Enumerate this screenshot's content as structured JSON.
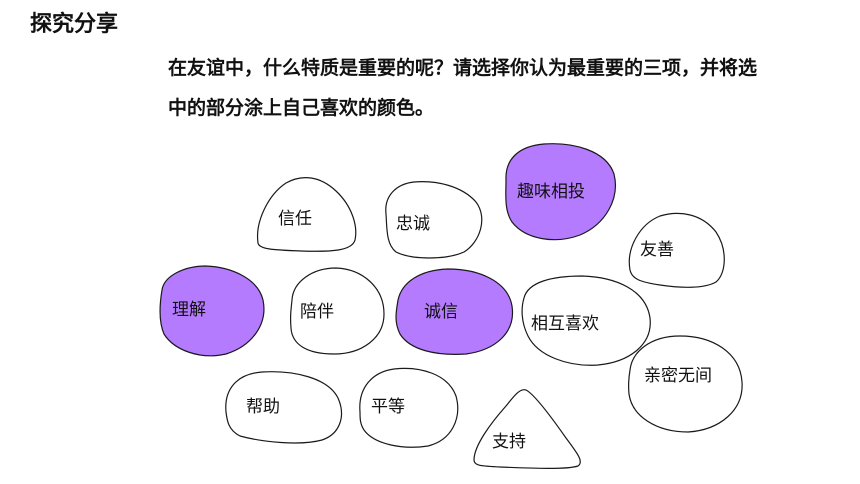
{
  "page": {
    "title": "探究分享",
    "question_line1": "在友谊中，什么特质是重要的呢？请选择你认为最重要的三项，并将选",
    "question_line2": "中的部分涂上自己喜欢的颜色。"
  },
  "colors": {
    "highlight": "#b57bff",
    "outline": "#1a1a1a",
    "background": "#ffffff"
  },
  "stones": [
    {
      "id": "xinren",
      "label": "信任",
      "selected": false
    },
    {
      "id": "zhongcheng",
      "label": "忠诚",
      "selected": false
    },
    {
      "id": "quwei",
      "label": "趣味相投",
      "selected": true
    },
    {
      "id": "youshan",
      "label": "友善",
      "selected": false
    },
    {
      "id": "lijie",
      "label": "理解",
      "selected": true
    },
    {
      "id": "peiban",
      "label": "陪伴",
      "selected": false
    },
    {
      "id": "chengxin",
      "label": "诚信",
      "selected": true
    },
    {
      "id": "xianghu",
      "label": "相互喜欢",
      "selected": false
    },
    {
      "id": "qinmi",
      "label": "亲密无间",
      "selected": false
    },
    {
      "id": "bangzhu",
      "label": "帮助",
      "selected": false
    },
    {
      "id": "pingdeng",
      "label": "平等",
      "selected": false
    },
    {
      "id": "zhichi",
      "label": "支持",
      "selected": false
    }
  ]
}
